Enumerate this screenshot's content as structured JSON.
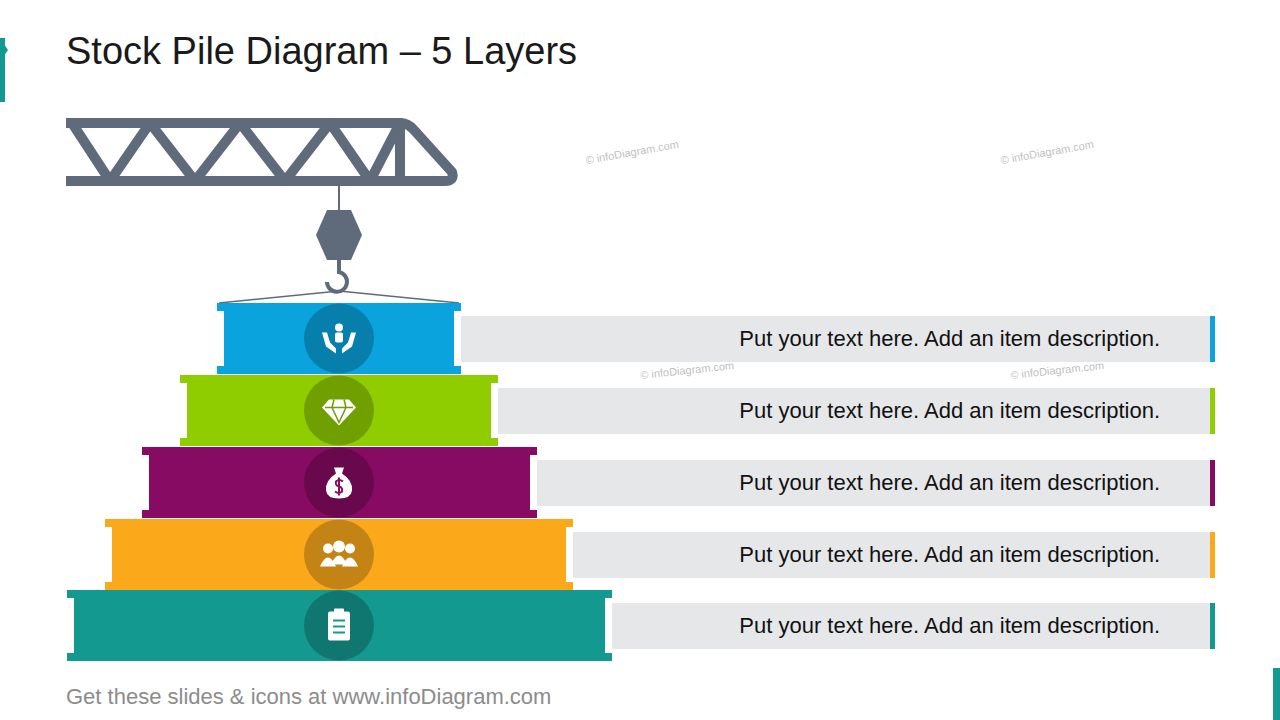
{
  "diagram": {
    "title": "Stock Pile Diagram – 5 Layers",
    "nodes": [
      {
        "text": [
          "Put your text here. Add an item description."
        ]
      },
      {
        "text": [
          "Put your text here. Add an item description."
        ]
      },
      {
        "text": [
          "Put your text here. Add an item description."
        ]
      },
      {
        "text": [
          "Put your text here. Add an item description."
        ]
      },
      {
        "text": [
          "Put your text here. Add an item description."
        ]
      }
    ],
    "labels": [
      "Get these slides & icons at www.infoDiagram.com",
      "© infoDiagram.com",
      "© infoDiagram.com",
      "© infoDiagram.com",
      "© infoDiagram.com"
    ]
  }
}
